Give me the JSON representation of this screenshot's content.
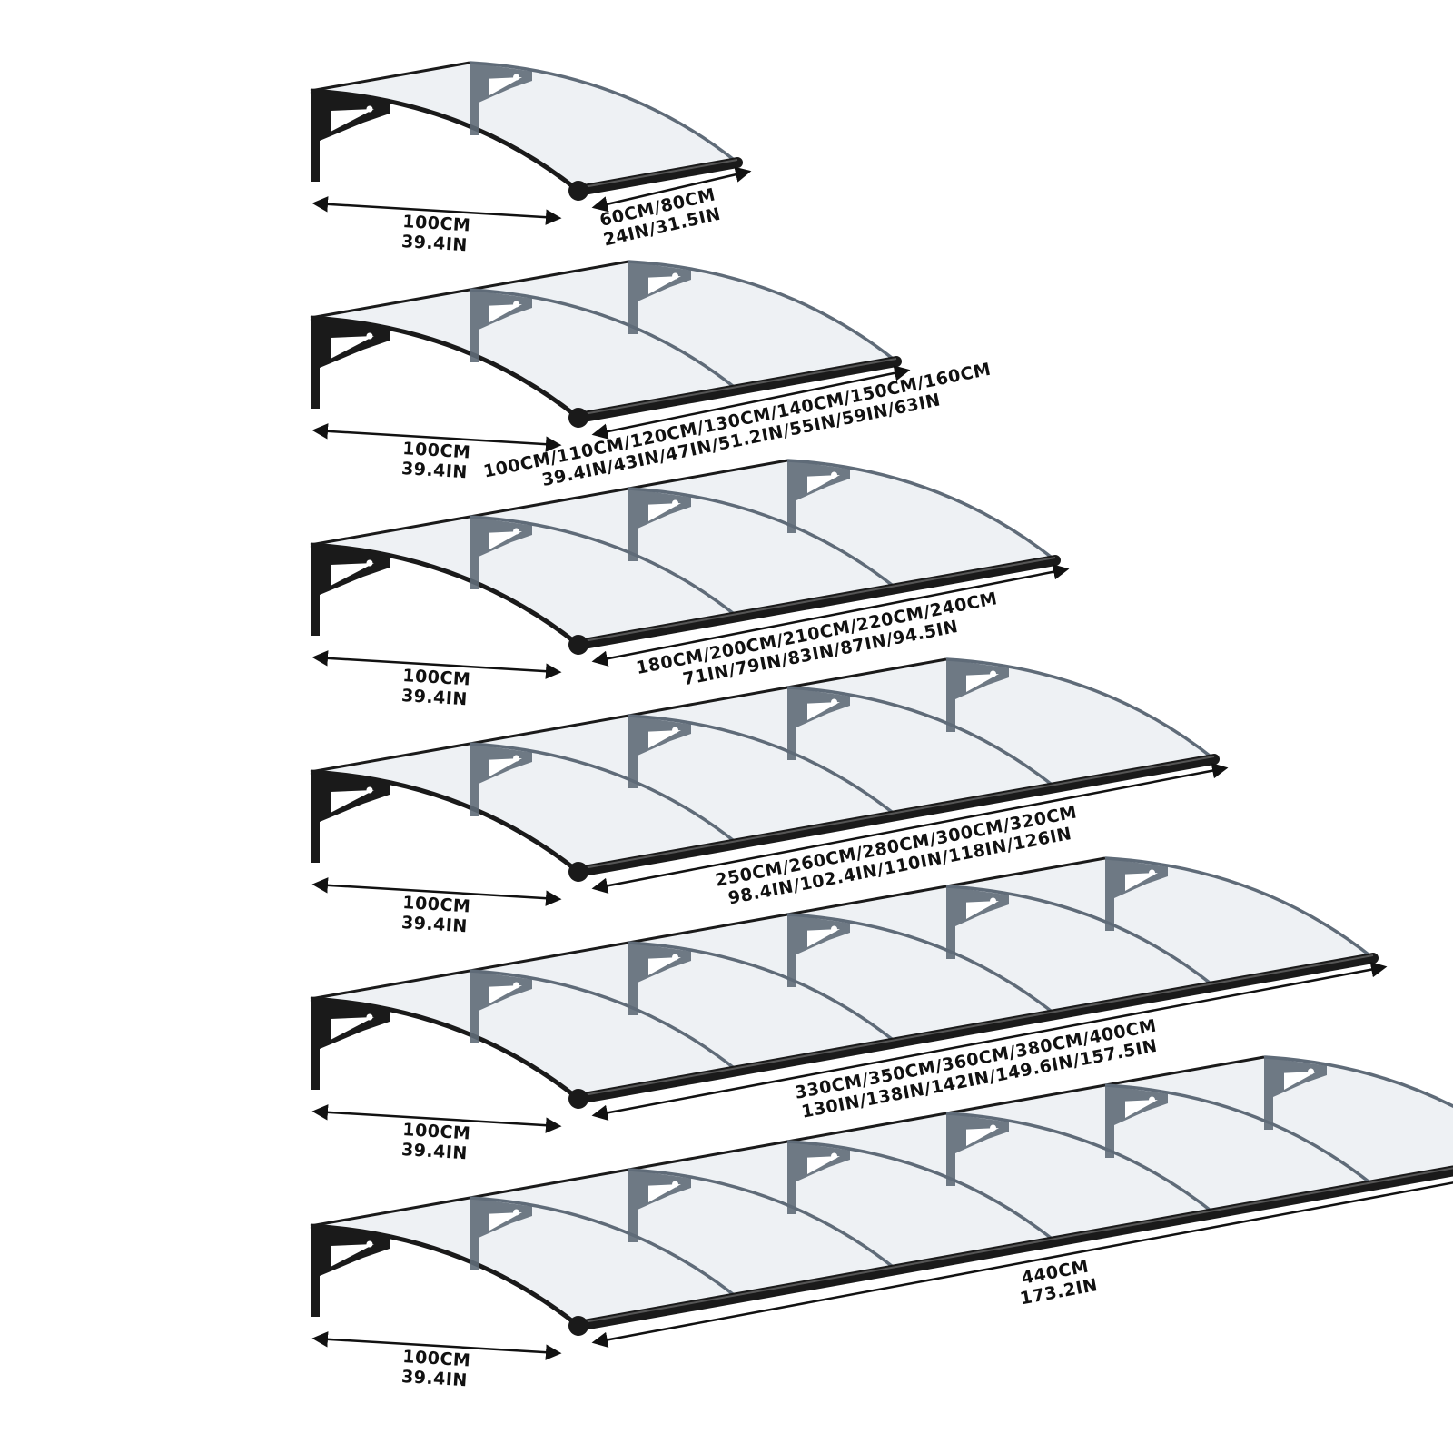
{
  "colors": {
    "frame": "#1a1a1a",
    "panel": "#eef1f4",
    "panel_edge": "#c9d0d6",
    "bracket_far": "#5f6b78",
    "arrow": "#111111",
    "text": "#111111"
  },
  "awnings": [
    {
      "segments": 1,
      "depth_label": [
        "100CM",
        "39.4IN"
      ],
      "width_label": [
        "60CM/80CM",
        "24IN/31.5IN"
      ]
    },
    {
      "segments": 2,
      "depth_label": [
        "100CM",
        "39.4IN"
      ],
      "width_label": [
        "100CM/110CM/120CM/130CM/140CM/150CM/160CM",
        "39.4IN/43IN/47IN/51.2IN/55IN/59IN/63IN"
      ]
    },
    {
      "segments": 3,
      "depth_label": [
        "100CM",
        "39.4IN"
      ],
      "width_label": [
        "180CM/200CM/210CM/220CM/240CM",
        "71IN/79IN/83IN/87IN/94.5IN"
      ]
    },
    {
      "segments": 4,
      "depth_label": [
        "100CM",
        "39.4IN"
      ],
      "width_label": [
        "250CM/260CM/280CM/300CM/320CM",
        "98.4IN/102.4IN/110IN/118IN/126IN"
      ]
    },
    {
      "segments": 5,
      "depth_label": [
        "100CM",
        "39.4IN"
      ],
      "width_label": [
        "330CM/350CM/360CM/380CM/400CM",
        "130IN/138IN/142IN/149.6IN/157.5IN"
      ]
    },
    {
      "segments": 6,
      "depth_label": [
        "100CM",
        "39.4IN"
      ],
      "width_label": [
        "440CM",
        "173.2IN"
      ]
    }
  ]
}
